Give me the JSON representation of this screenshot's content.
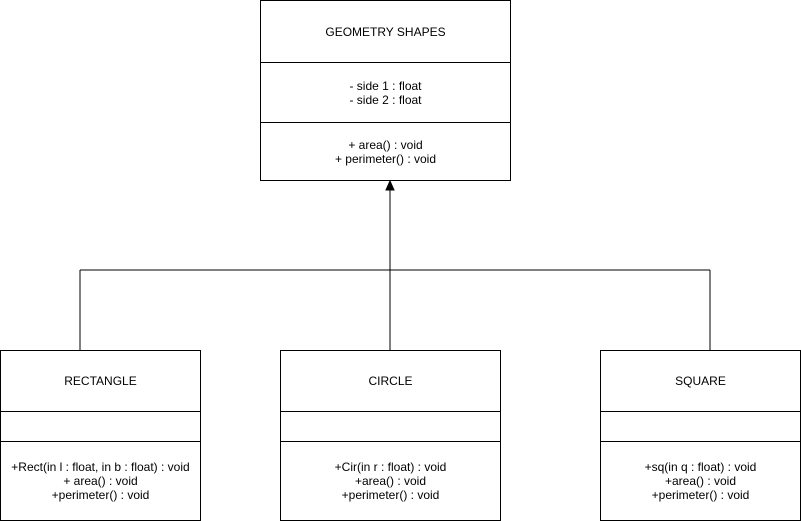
{
  "diagram": {
    "classes": {
      "parent": {
        "name": "GEOMETRY SHAPES",
        "attributes": [
          "- side 1 : float",
          "- side 2 : float"
        ],
        "operations": [
          "+ area() : void",
          "+ perimeter() : void"
        ]
      },
      "rectangle": {
        "name": "RECTANGLE",
        "attributes": [],
        "operations": [
          "+Rect(in l : float, in b : float) : void",
          "+ area() : void",
          "+perimeter() : void"
        ]
      },
      "circle": {
        "name": "CIRCLE",
        "attributes": [],
        "operations": [
          "+Cir(in r : float) : void",
          "+area() : void",
          "+perimeter() : void"
        ]
      },
      "square": {
        "name": "SQUARE",
        "attributes": [],
        "operations": [
          "+sq(in q : float) : void",
          "+area() : void",
          "+perimeter() : void"
        ]
      }
    },
    "relations": [
      {
        "type": "inheritance",
        "from": "rectangle",
        "to": "parent"
      },
      {
        "type": "inheritance",
        "from": "circle",
        "to": "parent"
      },
      {
        "type": "inheritance",
        "from": "square",
        "to": "parent"
      }
    ],
    "colors": {
      "stroke": "#000000",
      "fill": "#ffffff",
      "text": "#000000"
    }
  }
}
